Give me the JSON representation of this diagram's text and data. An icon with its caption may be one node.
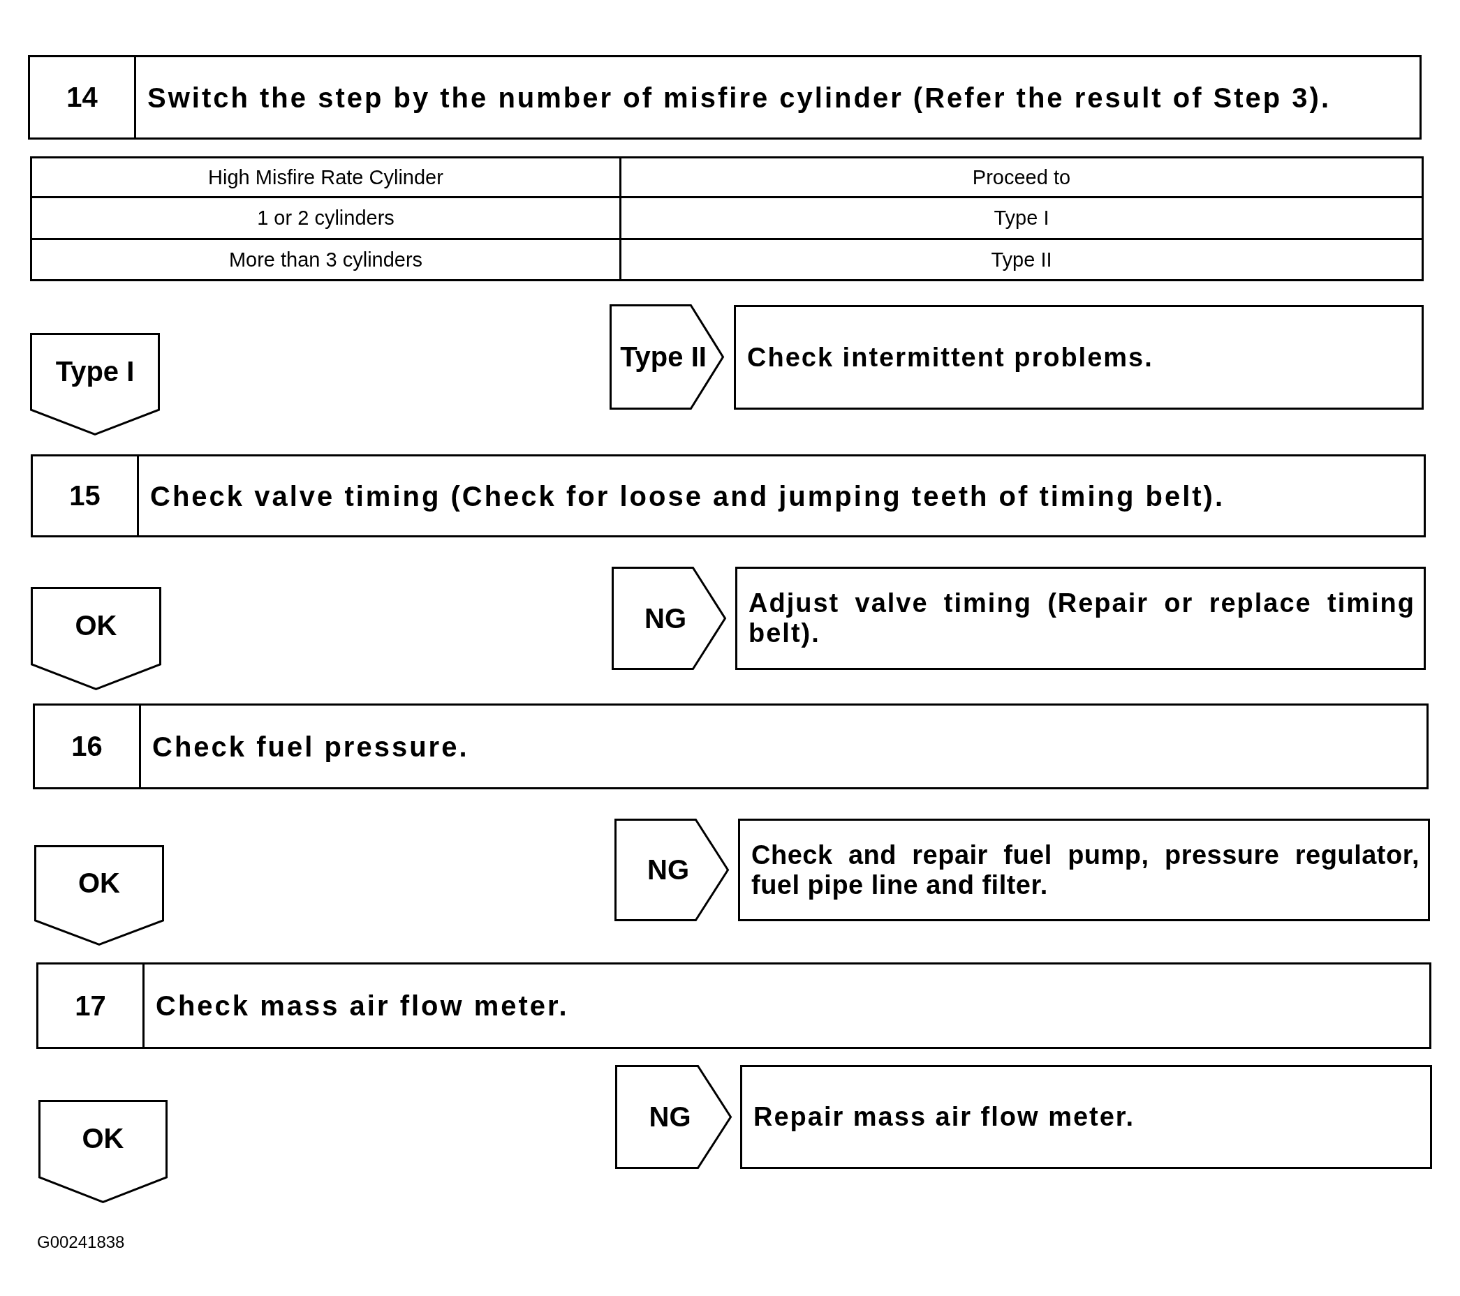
{
  "diagram": {
    "nodes": [
      {
        "text": [
          "14",
          "Switch the step by the number of misfire cylinder (Refer the result of Step 3)."
        ]
      },
      {
        "text": [
          "Type I"
        ]
      },
      {
        "text": [
          "Type II"
        ]
      },
      {
        "text": [
          "Check intermittent problems."
        ]
      },
      {
        "text": [
          "15",
          "Check valve timing (Check for loose and jumping teeth of timing belt)."
        ]
      },
      {
        "text": [
          "OK"
        ]
      },
      {
        "text": [
          "NG"
        ]
      },
      {
        "text": [
          "Adjust valve timing (Repair or replace timing belt)."
        ]
      },
      {
        "text": [
          "16",
          "Check fuel pressure."
        ]
      },
      {
        "text": [
          "OK"
        ]
      },
      {
        "text": [
          "NG"
        ]
      },
      {
        "text": [
          "Check and repair fuel pump, pressure regulator, fuel pipe line and filter."
        ]
      },
      {
        "text": [
          "17",
          "Check mass air flow meter."
        ]
      },
      {
        "text": [
          "OK"
        ]
      },
      {
        "text": [
          "NG"
        ]
      },
      {
        "text": [
          "Repair mass air flow meter."
        ]
      }
    ],
    "labels": [
      "High Misfire Rate Cylinder",
      "Proceed to",
      "1 or 2 cylinders",
      "Type I",
      "More than 3 cylinders",
      "Type II",
      "G00241838"
    ]
  }
}
